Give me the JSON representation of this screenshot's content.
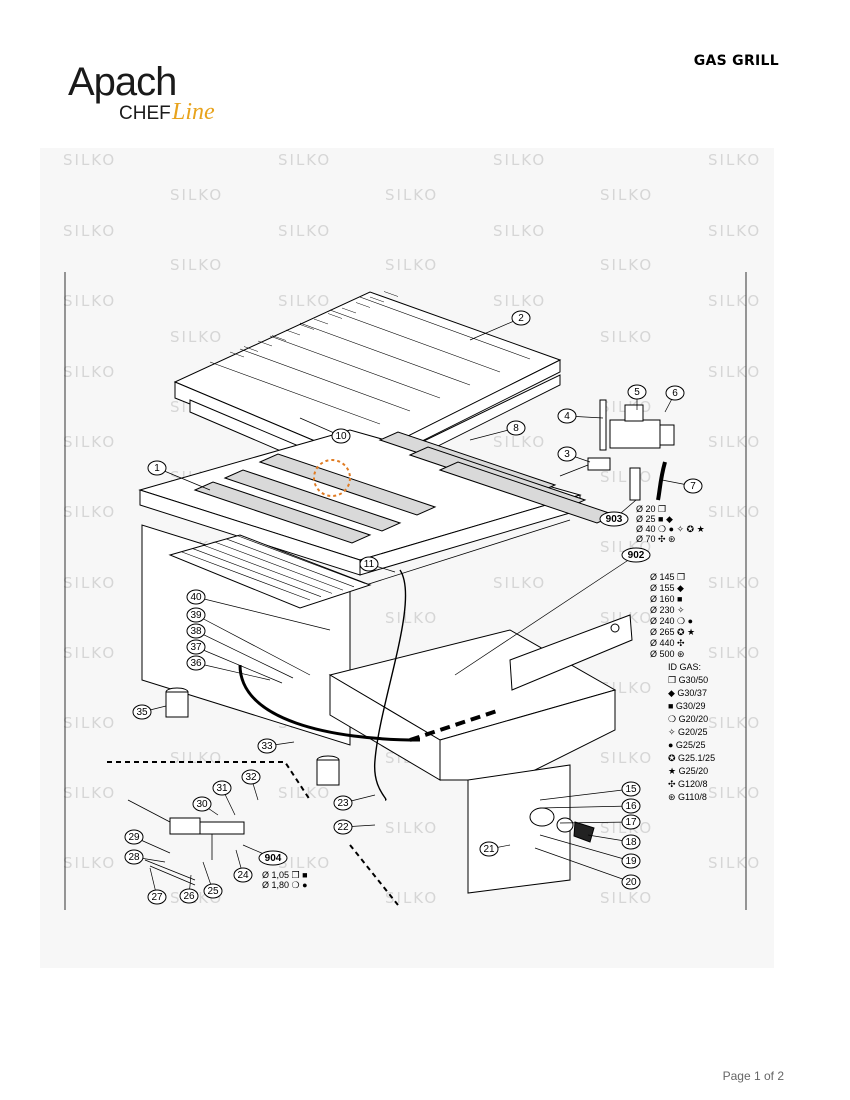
{
  "header": {
    "logo_main": "Apach",
    "logo_sub": "CHEF",
    "logo_script": "Line",
    "title": "GAS GRILL"
  },
  "watermark": "SILKO",
  "footer": {
    "page": "Page 1 of 2"
  },
  "callouts": [
    "1",
    "2",
    "3",
    "4",
    "5",
    "6",
    "7",
    "8",
    "10",
    "11",
    "15",
    "16",
    "17",
    "18",
    "19",
    "20",
    "21",
    "22",
    "23",
    "24",
    "25",
    "26",
    "27",
    "28",
    "29",
    "30",
    "31",
    "32",
    "33",
    "35",
    "36",
    "37",
    "38",
    "39",
    "40",
    "902",
    "903",
    "904"
  ],
  "injector_903": [
    "Ø 20 ❒",
    "Ø 25 ■ ◆",
    "Ø 40 ❍ ● ✧ ✪ ★",
    "Ø 70 ✣ ⊛"
  ],
  "injector_902": [
    "Ø 145 ❒",
    "Ø 155 ◆",
    "Ø 160 ■",
    "Ø 230 ✧",
    "Ø 240 ❍ ●",
    "Ø 265 ✪ ★",
    "Ø 440 ✣",
    "Ø 500 ⊛"
  ],
  "injector_904": [
    "Ø 1,05 ❒ ■",
    "Ø 1,80 ❍ ●"
  ],
  "gas_legend": {
    "title": "ID GAS:",
    "items": [
      "❒ G30/50",
      "◆ G30/37",
      "■ G30/29",
      "❍ G20/20",
      "✧ G20/25",
      "● G25/25",
      "✪ G25.1/25",
      "★ G25/20",
      "✣ G120/8",
      "⊛ G110/8"
    ]
  }
}
